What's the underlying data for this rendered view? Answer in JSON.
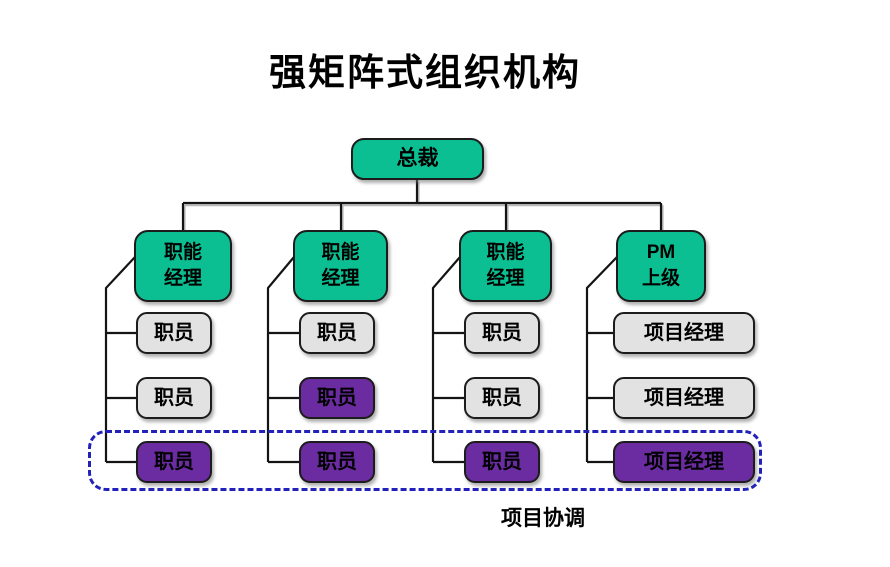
{
  "title": "强矩阵式组织机构",
  "root": {
    "label": "总裁"
  },
  "columns": [
    {
      "manager": {
        "line1": "职能",
        "line2": "经理"
      },
      "children": [
        {
          "label": "职员",
          "type": "staff"
        },
        {
          "label": "职员",
          "type": "staff"
        },
        {
          "label": "职员",
          "type": "coordinated"
        }
      ]
    },
    {
      "manager": {
        "line1": "职能",
        "line2": "经理"
      },
      "children": [
        {
          "label": "职员",
          "type": "staff"
        },
        {
          "label": "职员",
          "type": "coordinated"
        },
        {
          "label": "职员",
          "type": "coordinated"
        }
      ]
    },
    {
      "manager": {
        "line1": "职能",
        "line2": "经理"
      },
      "children": [
        {
          "label": "职员",
          "type": "staff"
        },
        {
          "label": "职员",
          "type": "staff"
        },
        {
          "label": "职员",
          "type": "coordinated"
        }
      ]
    },
    {
      "manager": {
        "line1": "PM",
        "line2": "上级"
      },
      "children": [
        {
          "label": "项目经理",
          "type": "staff"
        },
        {
          "label": "项目经理",
          "type": "staff"
        },
        {
          "label": "项目经理",
          "type": "coordinated"
        }
      ]
    }
  ],
  "coordination": {
    "label": "项目协调"
  },
  "colors": {
    "executive": "#0bbf92",
    "staff": "#e2e2e2",
    "coordinated": "#6a2ca0",
    "dashed_border": "#2222bb",
    "line": "#141414"
  }
}
